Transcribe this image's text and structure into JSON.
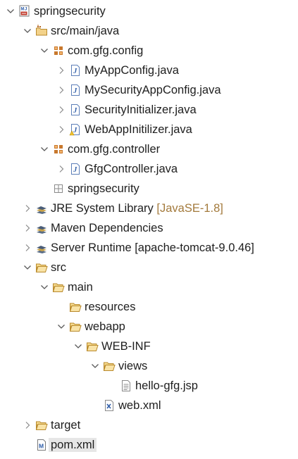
{
  "tree": [
    {
      "label": "springsecurity",
      "decoration": "",
      "depth": 0,
      "twisty": "expanded",
      "icon": "maven-project-icon",
      "selected": false
    },
    {
      "label": "src/main/java",
      "decoration": "",
      "depth": 1,
      "twisty": "expanded",
      "icon": "source-folder-icon",
      "selected": false
    },
    {
      "label": "com.gfg.config",
      "decoration": "",
      "depth": 2,
      "twisty": "expanded",
      "icon": "package-icon",
      "selected": false
    },
    {
      "label": "MyAppConfig.java",
      "decoration": "",
      "depth": 3,
      "twisty": "collapsed",
      "icon": "java-file-icon",
      "selected": false
    },
    {
      "label": "MySecurityAppConfig.java",
      "decoration": "",
      "depth": 3,
      "twisty": "collapsed",
      "icon": "java-file-icon",
      "selected": false
    },
    {
      "label": "SecurityInitializer.java",
      "decoration": "",
      "depth": 3,
      "twisty": "collapsed",
      "icon": "java-file-icon",
      "selected": false
    },
    {
      "label": "WebAppInitilizer.java",
      "decoration": "",
      "depth": 3,
      "twisty": "collapsed",
      "icon": "java-file-warning-icon",
      "selected": false
    },
    {
      "label": "com.gfg.controller",
      "decoration": "",
      "depth": 2,
      "twisty": "expanded",
      "icon": "package-icon",
      "selected": false
    },
    {
      "label": "GfgController.java",
      "decoration": "",
      "depth": 3,
      "twisty": "collapsed",
      "icon": "java-file-icon",
      "selected": false
    },
    {
      "label": "springsecurity",
      "decoration": "",
      "depth": 2,
      "twisty": "none",
      "icon": "empty-package-icon",
      "selected": false
    },
    {
      "label": "JRE System Library",
      "decoration": "[JavaSE-1.8]",
      "depth": 1,
      "twisty": "collapsed",
      "icon": "library-icon",
      "selected": false
    },
    {
      "label": "Maven Dependencies",
      "decoration": "",
      "depth": 1,
      "twisty": "collapsed",
      "icon": "library-icon",
      "selected": false
    },
    {
      "label": "Server Runtime [apache-tomcat-9.0.46]",
      "decoration": "",
      "depth": 1,
      "twisty": "collapsed",
      "icon": "library-icon",
      "selected": false
    },
    {
      "label": "src",
      "decoration": "",
      "depth": 1,
      "twisty": "expanded",
      "icon": "folder-open-icon",
      "selected": false
    },
    {
      "label": "main",
      "decoration": "",
      "depth": 2,
      "twisty": "expanded",
      "icon": "folder-open-icon",
      "selected": false
    },
    {
      "label": "resources",
      "decoration": "",
      "depth": 3,
      "twisty": "none",
      "icon": "folder-open-icon",
      "selected": false
    },
    {
      "label": "webapp",
      "decoration": "",
      "depth": 3,
      "twisty": "expanded",
      "icon": "folder-open-icon",
      "selected": false
    },
    {
      "label": "WEB-INF",
      "decoration": "",
      "depth": 4,
      "twisty": "expanded",
      "icon": "folder-open-icon",
      "selected": false
    },
    {
      "label": "views",
      "decoration": "",
      "depth": 5,
      "twisty": "expanded",
      "icon": "folder-open-icon",
      "selected": false
    },
    {
      "label": "hello-gfg.jsp",
      "decoration": "",
      "depth": 6,
      "twisty": "none",
      "icon": "text-file-icon",
      "selected": false
    },
    {
      "label": "web.xml",
      "decoration": "",
      "depth": 5,
      "twisty": "none",
      "icon": "xml-file-icon",
      "selected": false
    },
    {
      "label": "target",
      "decoration": "",
      "depth": 1,
      "twisty": "collapsed",
      "icon": "folder-open-icon",
      "selected": false
    },
    {
      "label": "pom.xml",
      "decoration": "",
      "depth": 1,
      "twisty": "none",
      "icon": "maven-pom-icon",
      "selected": true
    }
  ],
  "colors": {
    "text": "#1e1e1e",
    "decoration": "#a37a3c",
    "selection": "#e6e6e6",
    "folder": "#d7a64b",
    "package": "#b5651d",
    "java": "#2d5ca8"
  }
}
